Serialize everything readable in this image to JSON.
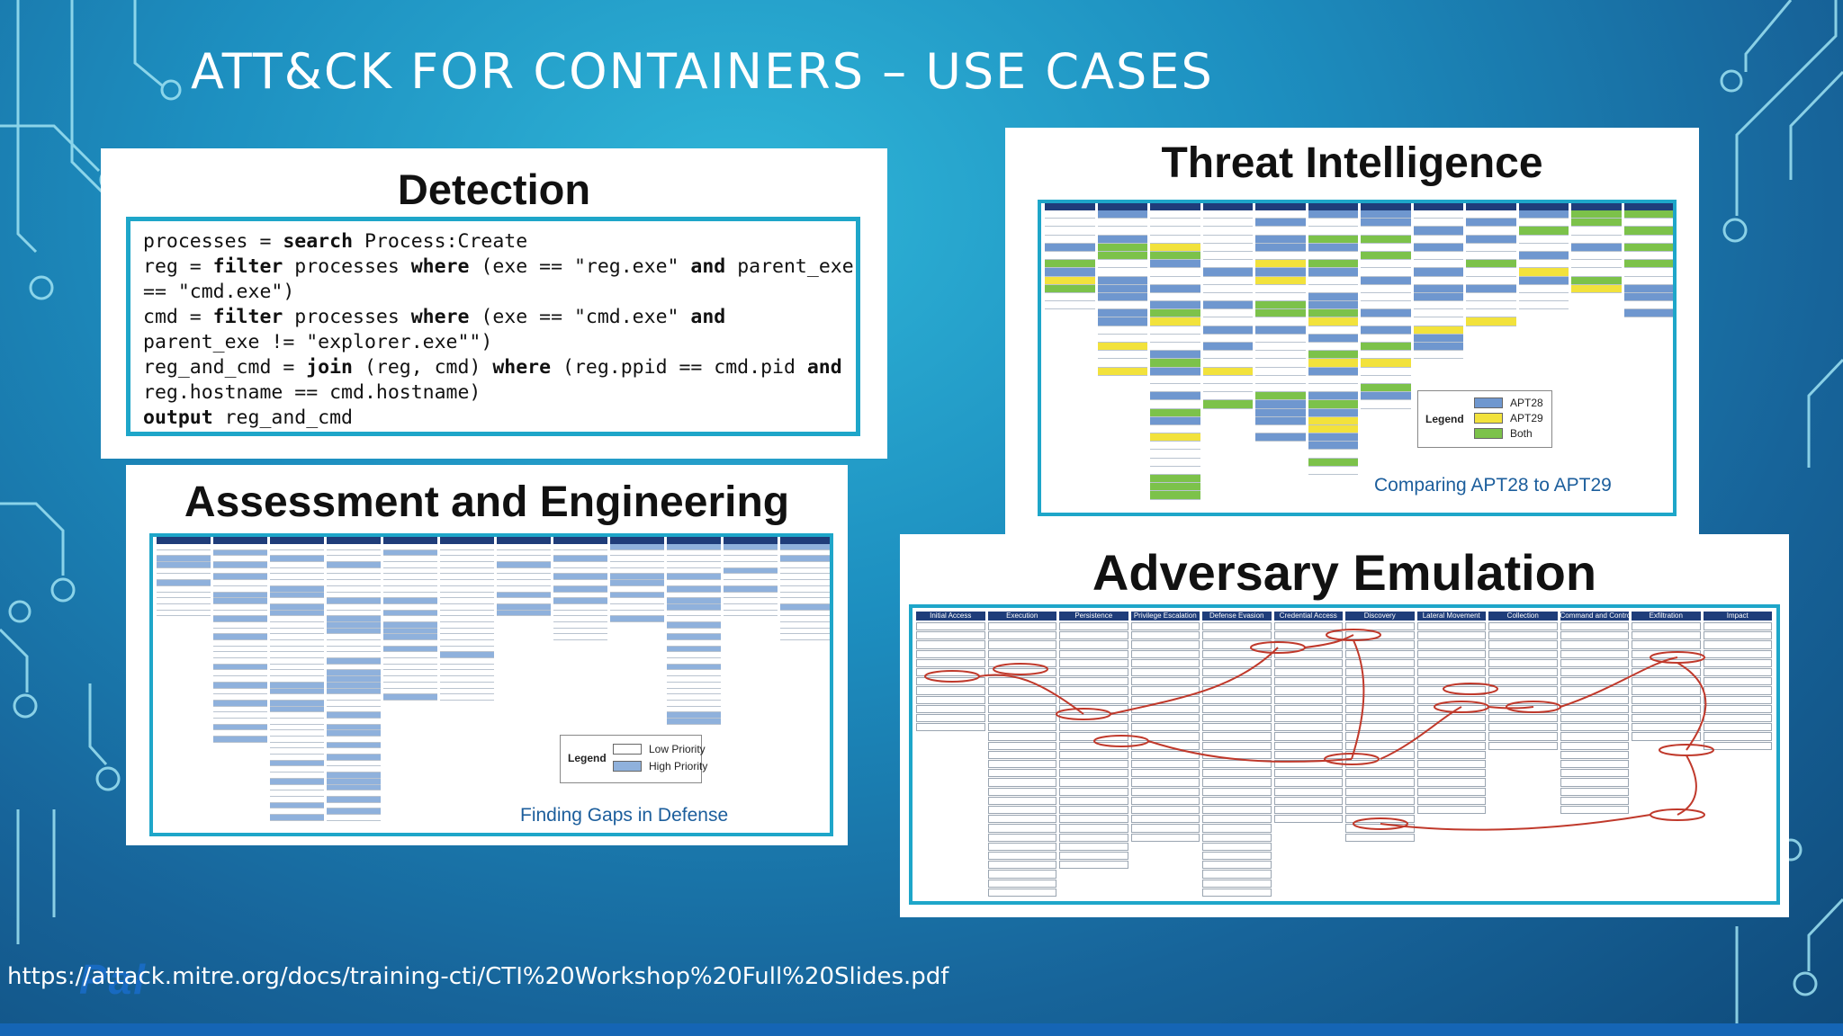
{
  "slide": {
    "title": "ATT&CK FOR CONTAINERS – USE CASES",
    "source_url": "https://attack.mitre.org/docs/training-cti/CTI%20Workshop%20Full%20Slides.pdf",
    "logo_text": "Pal"
  },
  "colors": {
    "accent": "#1ea6c9",
    "header_navy": "#1f3d7a",
    "apt28_blue": "#6f97cf",
    "apt29_yellow": "#f2e23c",
    "both_green": "#7cc24a",
    "high_priority_blue": "#8fb1dc",
    "emulation_red": "#c0392b"
  },
  "detection": {
    "title": "Detection",
    "code_lines": [
      {
        "parts": [
          {
            "t": "processes = ",
            "b": false
          },
          {
            "t": "search",
            "b": true
          },
          {
            "t": " Process:Create",
            "b": false
          }
        ]
      },
      {
        "parts": [
          {
            "t": "reg = ",
            "b": false
          },
          {
            "t": "filter",
            "b": true
          },
          {
            "t": " processes ",
            "b": false
          },
          {
            "t": "where",
            "b": true
          },
          {
            "t": " (exe == \"reg.exe\" ",
            "b": false
          },
          {
            "t": "and",
            "b": true
          },
          {
            "t": " parent_exe",
            "b": false
          }
        ]
      },
      {
        "parts": [
          {
            "t": "== \"cmd.exe\")",
            "b": false
          }
        ]
      },
      {
        "parts": [
          {
            "t": "cmd = ",
            "b": false
          },
          {
            "t": "filter",
            "b": true
          },
          {
            "t": " processes ",
            "b": false
          },
          {
            "t": "where",
            "b": true
          },
          {
            "t": " (exe == \"cmd.exe\" ",
            "b": false
          },
          {
            "t": "and",
            "b": true
          }
        ]
      },
      {
        "parts": [
          {
            "t": "parent_exe != \"explorer.exe\"\")",
            "b": false
          }
        ]
      },
      {
        "parts": [
          {
            "t": "reg_and_cmd = ",
            "b": false
          },
          {
            "t": "join",
            "b": true
          },
          {
            "t": " (reg, cmd) ",
            "b": false
          },
          {
            "t": "where",
            "b": true
          },
          {
            "t": " (reg.ppid == cmd.pid ",
            "b": false
          },
          {
            "t": "and",
            "b": true
          }
        ]
      },
      {
        "parts": [
          {
            "t": "reg.hostname == cmd.hostname)",
            "b": false
          }
        ]
      },
      {
        "parts": [
          {
            "t": "output",
            "b": true
          },
          {
            "t": " reg_and_cmd",
            "b": false
          }
        ]
      }
    ]
  },
  "assessment": {
    "title": "Assessment and Engineering",
    "legend_title": "Legend",
    "legend_items": [
      "Low Priority",
      "High Priority"
    ],
    "caption": "Finding Gaps in Defense"
  },
  "threat": {
    "title": "Threat Intelligence",
    "legend_title": "Legend",
    "legend_items": [
      "APT28",
      "APT29",
      "Both"
    ],
    "caption": "Comparing APT28 to APT29"
  },
  "adversary": {
    "title": "Adversary Emulation",
    "tactics": [
      "Initial Access",
      "Execution",
      "Persistence",
      "Privilege Escalation",
      "Defense Evasion",
      "Credential Access",
      "Discovery",
      "Lateral Movement",
      "Collection",
      "Command and Control",
      "Exfiltration",
      "Impact"
    ]
  }
}
